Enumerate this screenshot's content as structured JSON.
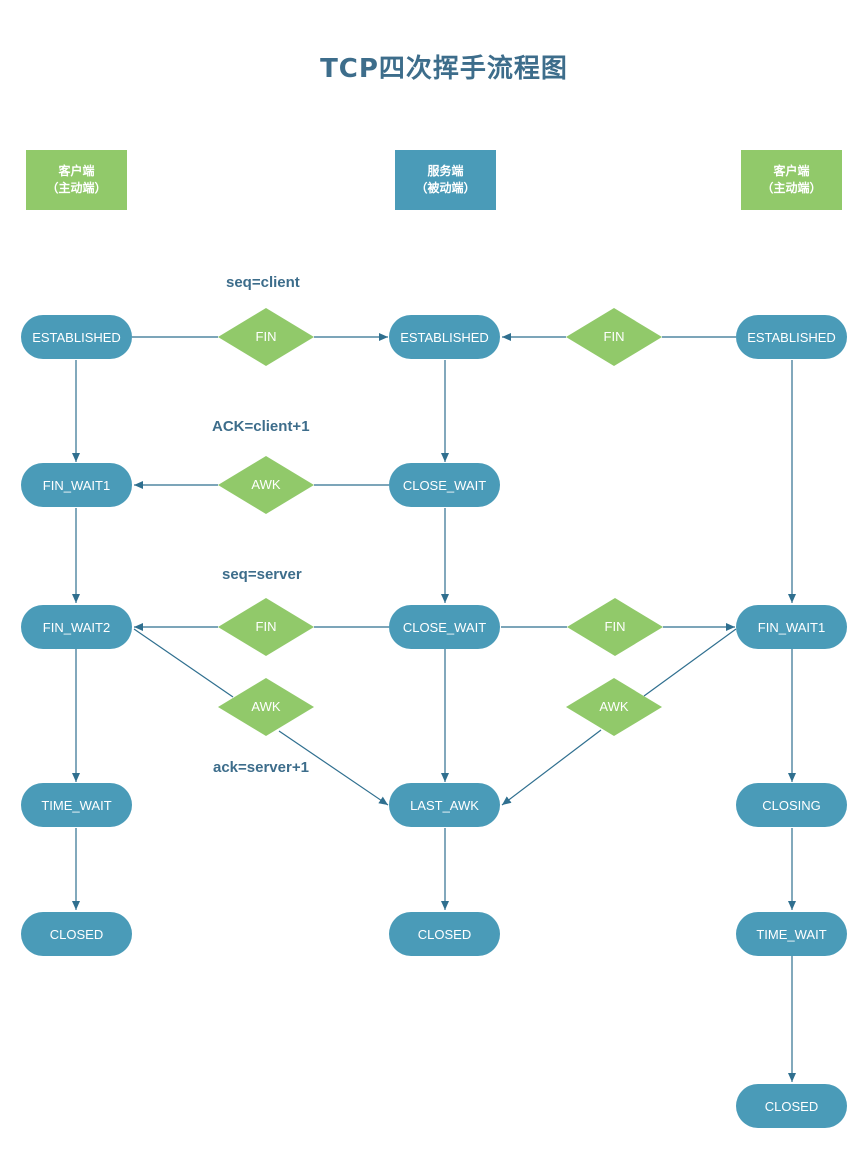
{
  "title": "TCP四次挥手流程图",
  "headers": {
    "left": {
      "line1": "客户端",
      "line2": "（主动端）"
    },
    "center": {
      "line1": "服务端",
      "line2": "（被动端）"
    },
    "right": {
      "line1": "客户端",
      "line2": "（主动端）"
    }
  },
  "states": {
    "left": [
      "ESTABLISHED",
      "FIN_WAIT1",
      "FIN_WAIT2",
      "TIME_WAIT",
      "CLOSED"
    ],
    "center": [
      "ESTABLISHED",
      "CLOSE_WAIT",
      "CLOSE_WAIT",
      "LAST_AWK",
      "CLOSED"
    ],
    "right": [
      "ESTABLISHED",
      "FIN_WAIT1",
      "CLOSING",
      "TIME_WAIT",
      "CLOSED"
    ]
  },
  "messages": {
    "fin1_left": "FIN",
    "fin1_right": "FIN",
    "awk1": "AWK",
    "fin2_left": "FIN",
    "fin2_right": "FIN",
    "awk2_left": "AWK",
    "awk2_right": "AWK"
  },
  "annotations": {
    "seq_client": "seq=client",
    "ack_client": "ACK=client+1",
    "seq_server": "seq=server",
    "ack_server": "ack=server+1"
  },
  "colors": {
    "state_fill": "#4a9bb8",
    "header_client": "#91c96a",
    "header_server": "#4a9bb8",
    "diamond_fill": "#91c96a",
    "line": "#2f6f8f",
    "annotation_text": "#3d6d8b"
  }
}
